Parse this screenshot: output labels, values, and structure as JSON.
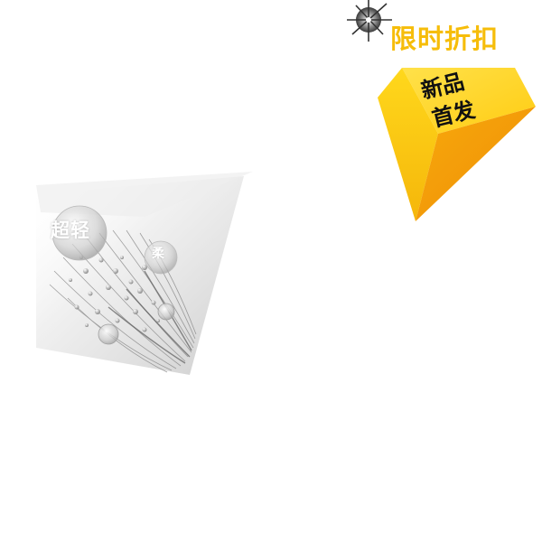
{
  "promo": {
    "title": "限时折扣",
    "badge_line1": "新品",
    "badge_line2": "首发"
  },
  "fiber": {
    "bubble_label": "超轻",
    "bubble_label_partial": "柔"
  },
  "colors": {
    "accent_gold": "#f6bd0a",
    "badge_yellow": "#ffd21a",
    "badge_orange": "#f6a10c",
    "text_dark": "#111111"
  },
  "icons": {
    "sparkle": "sparkle-icon"
  }
}
